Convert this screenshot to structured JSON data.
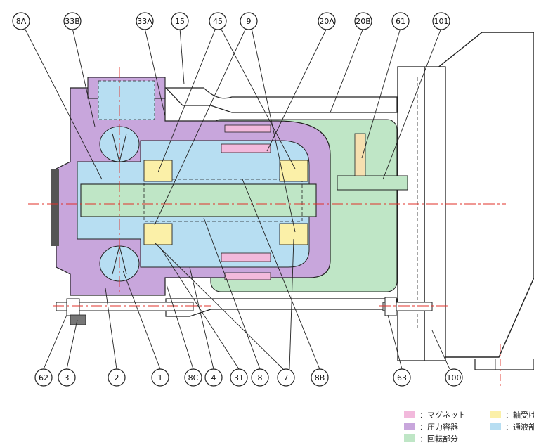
{
  "callouts": {
    "top": [
      "8A",
      "33B",
      "33A",
      "15",
      "45",
      "9",
      "20A",
      "20B",
      "61",
      "101"
    ],
    "bottom": [
      "62",
      "3",
      "2",
      "1",
      "8C",
      "4",
      "31",
      "8",
      "7",
      "8B",
      "63",
      "100"
    ]
  },
  "legend": [
    {
      "label": "：マグネット",
      "color": "#f2b9dc"
    },
    {
      "label": "：軸受け",
      "color": "#fbf0a8"
    },
    {
      "label": "：圧力容器",
      "color": "#c8a6dc"
    },
    {
      "label": "：通液部",
      "color": "#b7def2"
    },
    {
      "label": "：回転部分",
      "color": "#bfe6c6"
    }
  ],
  "colors": {
    "magnet": "#f2b9dc",
    "bearing": "#fbf0a8",
    "pressure_vessel": "#c8a6dc",
    "wetted": "#b7def2",
    "rotating": "#bfe6c6",
    "centerline": "#e0302a",
    "outline": "#222222"
  }
}
